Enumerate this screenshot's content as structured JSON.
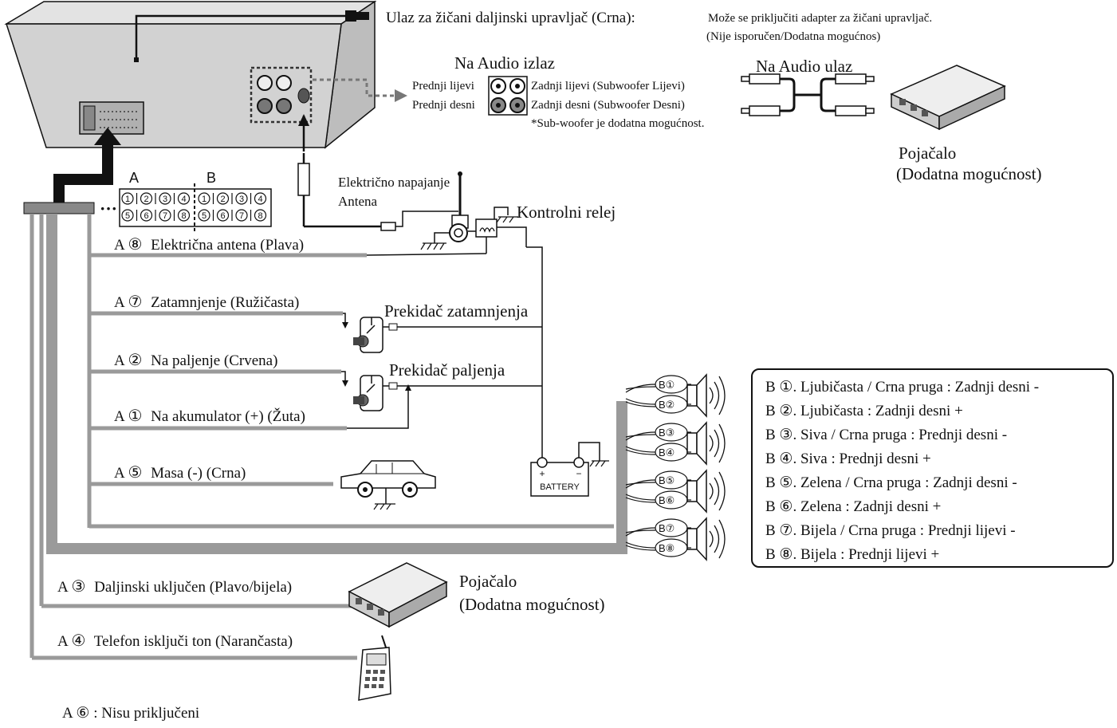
{
  "header": {
    "remote_title": "Ulaz za žičani daljinski upravljač (Crna):",
    "remote_note1": "Može se priključiti adapter za žičani upravljač.",
    "remote_note2": "(Nije isporučen/Dodatna mogućnos)"
  },
  "audio_out": {
    "title": "Na Audio izlaz",
    "front_left": "Prednji lijevi",
    "front_right": "Prednji desni",
    "rear_left": "Zadnji lijevi (Subwoofer Lijevi)",
    "rear_right": "Zadnji desni (Subwoofer Desni)",
    "sub_note": "*Sub-woofer je dodatna mogućnost."
  },
  "audio_in": {
    "title": "Na Audio ulaz"
  },
  "amp_top": {
    "line1": "Pojačalo",
    "line2": "(Dodatna mogućnost)"
  },
  "amp_bottom": {
    "line1": "Pojačalo",
    "line2": "(Dodatna mogućnost)"
  },
  "connector": {
    "label_a": "A",
    "label_b": "B",
    "row1": [
      "1",
      "2",
      "3",
      "4",
      "1",
      "2",
      "3",
      "4"
    ],
    "row2": [
      "5",
      "6",
      "7",
      "8",
      "5",
      "6",
      "7",
      "8"
    ]
  },
  "antenna": {
    "line1": "Električno napajanje",
    "line2": "Antena",
    "relay": "Kontrolni relej"
  },
  "switches": {
    "dimmer": "Prekidač zatamnjenja",
    "ignition": "Prekidač paljenja"
  },
  "battery": {
    "label": "BATTERY",
    "plus": "+",
    "minus": "−"
  },
  "wires": [
    {
      "prefix": "A",
      "num": "⑧",
      "text": "Električna antena (Plava)"
    },
    {
      "prefix": "A",
      "num": "⑦",
      "text": "Zatamnjenje (Ružičasta)"
    },
    {
      "prefix": "A",
      "num": "②",
      "text": "Na paljenje (Crvena)"
    },
    {
      "prefix": "A",
      "num": "①",
      "text": "Na akumulator (+) (Žuta)"
    },
    {
      "prefix": "A",
      "num": "⑤",
      "text": "Masa (-) (Crna)"
    },
    {
      "prefix": "A",
      "num": "③",
      "text": "Daljinski uključen (Plavo/bijela)"
    },
    {
      "prefix": "A",
      "num": "④",
      "text": "Telefon isključi ton (Narančasta)"
    }
  ],
  "not_connected": "A ⑥ : Nisu priključeni",
  "speaker_tags": [
    "B①",
    "B②",
    "B③",
    "B④",
    "B⑤",
    "B⑥",
    "B⑦",
    "B⑧"
  ],
  "legend": [
    "B ①. Ljubičasta / Crna pruga : Zadnji desni -",
    "B ②. Ljubičasta : Zadnji desni +",
    "B ③. Siva / Crna pruga : Prednji desni -",
    "B ④. Siva : Prednji desni +",
    "B ⑤. Zelena / Crna pruga : Zadnji desni -",
    "B ⑥. Zelena : Zadnji desni +",
    "B ⑦. Bijela / Crna pruga : Prednji lijevi -",
    "B ⑧. Bijela : Prednji lijevi +"
  ],
  "colors": {
    "harness_gray": "#9a9a9a",
    "unit_gray": "#cfcfcf",
    "line": "#111111"
  }
}
